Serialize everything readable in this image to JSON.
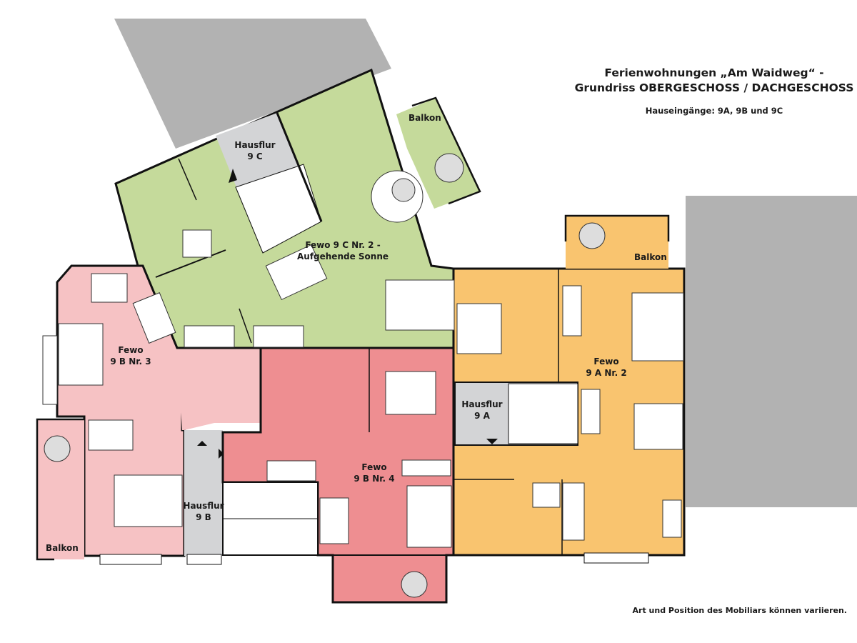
{
  "header": {
    "title_line1": "Ferienwohnungen „Am Waidweg“ -",
    "title_line2": "Grundriss OBERGESCHOSS / DACHGESCHOSS",
    "subtitle": "Hauseingänge: 9A, 9B und 9C"
  },
  "footnote": "Art und Position des Mobiliars können variieren.",
  "colors": {
    "green": "#c5da9b",
    "pink_light": "#f6c2c4",
    "pink_dark": "#ee8e91",
    "orange": "#f9c46f",
    "hallway": "#d3d4d6",
    "neighbor_building": "#b2b2b2",
    "wall": "#111111"
  },
  "units": [
    {
      "id": "9c2",
      "line1": "Fewo 9 C Nr. 2 -",
      "line2": "Aufgehende Sonne",
      "color": "green"
    },
    {
      "id": "9b3",
      "line1": "Fewo",
      "line2": "9 B Nr. 3",
      "color": "pink_light"
    },
    {
      "id": "9b4",
      "line1": "Fewo",
      "line2": "9 B Nr. 4",
      "color": "pink_dark"
    },
    {
      "id": "9a2",
      "line1": "Fewo",
      "line2": "9 A Nr. 2",
      "color": "orange"
    }
  ],
  "hallways": [
    {
      "id": "9c",
      "line1": "Hausflur",
      "line2": "9 C"
    },
    {
      "id": "9b",
      "line1": "Hausflur",
      "line2": "9 B"
    },
    {
      "id": "9a",
      "line1": "Hausflur",
      "line2": "9 A"
    }
  ],
  "balconies": {
    "green": "Balkon",
    "pink_light": "Balkon",
    "orange": "Balkon"
  }
}
